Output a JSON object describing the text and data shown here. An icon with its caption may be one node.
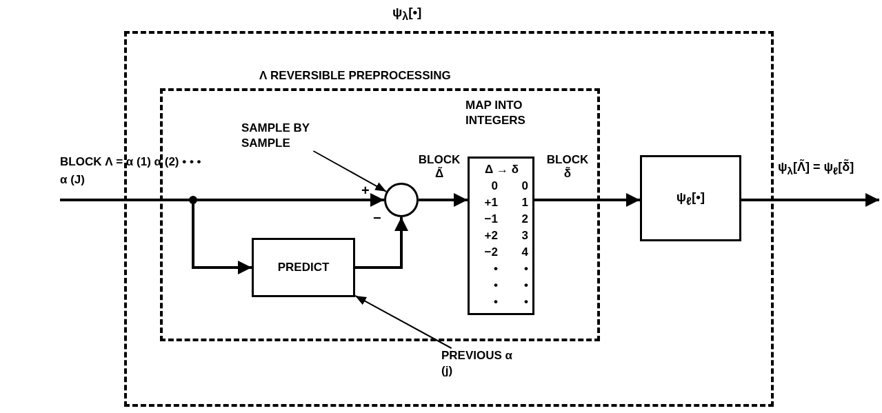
{
  "diagram": {
    "nodes": [
      {
        "text": [
          "ψ$_{λ}$[•]"
        ]
      },
      {
        "text": [
          "Λ REVERSIBLE PREPROCESSING"
        ],
        "in": 0
      },
      {
        "text": [],
        "shape": "circle",
        "in": 1
      },
      {
        "text": [
          "PREDICT"
        ],
        "in": 1
      },
      {
        "text": [
          "MAP INTO INTEGERS",
          "Δ → δ",
          "0",
          "0",
          "+1",
          "1",
          "−1",
          "2",
          "+2",
          "3",
          "−2",
          "4",
          "•",
          "•",
          "•",
          "•",
          "•",
          "•"
        ],
        "in": 1
      },
      {
        "text": [
          "ψ$_{ℓ}$[•]"
        ],
        "in": 0
      },
      {
        "text": [
          "SAMPLE BY SAMPLE"
        ],
        "in": 1
      },
      {
        "text": [
          "PREVIOUS α (j)"
        ],
        "in": 0
      }
    ],
    "edges": [
      {
        "from": null,
        "to": 2,
        "arrow": "to",
        "label": "BLOCK Λ = α (1) α (2) • • • α (J)"
      },
      {
        "from": null,
        "to": 3,
        "arrow": "to"
      },
      {
        "from": 3,
        "to": 2,
        "arrow": "to"
      },
      {
        "from": 2,
        "to": 4,
        "arrow": "to",
        "label": "BLOCK Δ̃"
      },
      {
        "from": 4,
        "to": 5,
        "arrow": "to",
        "label": "BLOCK δ̃"
      },
      {
        "from": 5,
        "to": null,
        "arrow": "to",
        "label": "ψ$_{λ}$[Λ̃] = ψ$_{ℓ}$[δ̃]"
      },
      {
        "from": 6,
        "to": 2,
        "arrow": "to"
      },
      {
        "from": 7,
        "to": 3,
        "arrow": "to"
      }
    ],
    "labels": [
      "+",
      "−"
    ]
  }
}
